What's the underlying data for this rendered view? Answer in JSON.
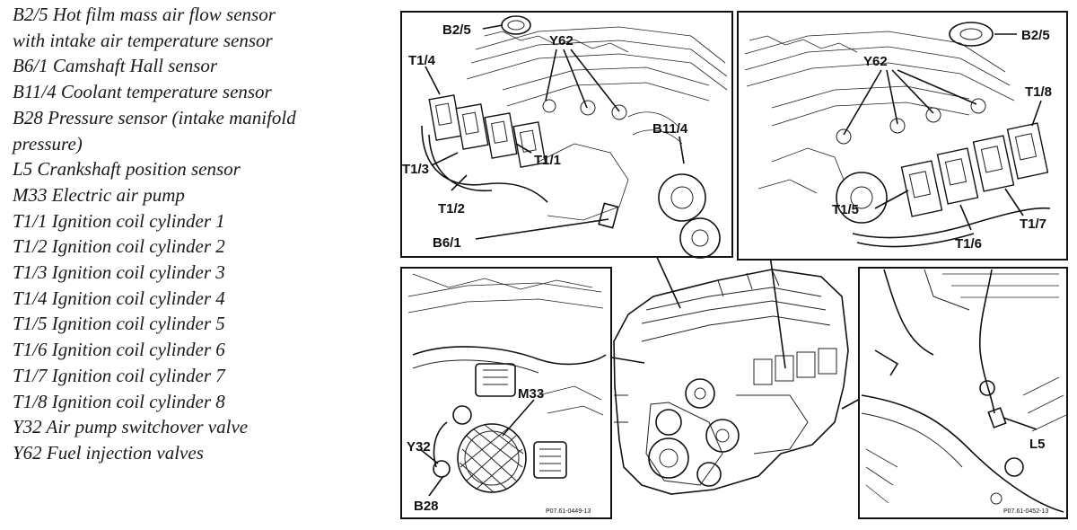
{
  "legend": [
    "B2/5 Hot film mass air flow sensor",
    "with intake air temperature sensor",
    "B6/1 Camshaft Hall sensor",
    "B11/4 Coolant temperature sensor",
    "B28 Pressure sensor (intake manifold",
    "pressure)",
    "L5 Crankshaft position sensor",
    "M33 Electric air pump",
    "T1/1 Ignition coil cylinder 1",
    "T1/2 Ignition coil cylinder 2",
    "T1/3 Ignition coil cylinder 3",
    "T1/4 Ignition coil cylinder 4",
    "T1/5 Ignition coil cylinder 5",
    "T1/6 Ignition coil cylinder 6",
    "T1/7 Ignition coil cylinder 7",
    "T1/8 Ignition coil cylinder 8",
    "Y32 Air pump switchover valve",
    "Y62 Fuel injection valves"
  ],
  "panels": {
    "top_left": {
      "callouts": {
        "b2_5": "B2/5",
        "y62": "Y62",
        "t1_4": "T1/4",
        "b11_4": "B11/4",
        "t1_1": "T1/1",
        "t1_3": "T1/3",
        "t1_2": "T1/2",
        "b6_1": "B6/1"
      }
    },
    "top_right": {
      "callouts": {
        "b2_5": "B2/5",
        "y62": "Y62",
        "t1_8": "T1/8",
        "t1_5": "T1/5",
        "t1_7": "T1/7",
        "t1_6": "T1/6"
      }
    },
    "bottom_left": {
      "callouts": {
        "m33": "M33",
        "y32": "Y32",
        "b28": "B28"
      },
      "code": "P07.61-0449-13"
    },
    "bottom_right": {
      "callouts": {
        "l5": "L5"
      },
      "code": "P07.61-0452-13"
    }
  }
}
